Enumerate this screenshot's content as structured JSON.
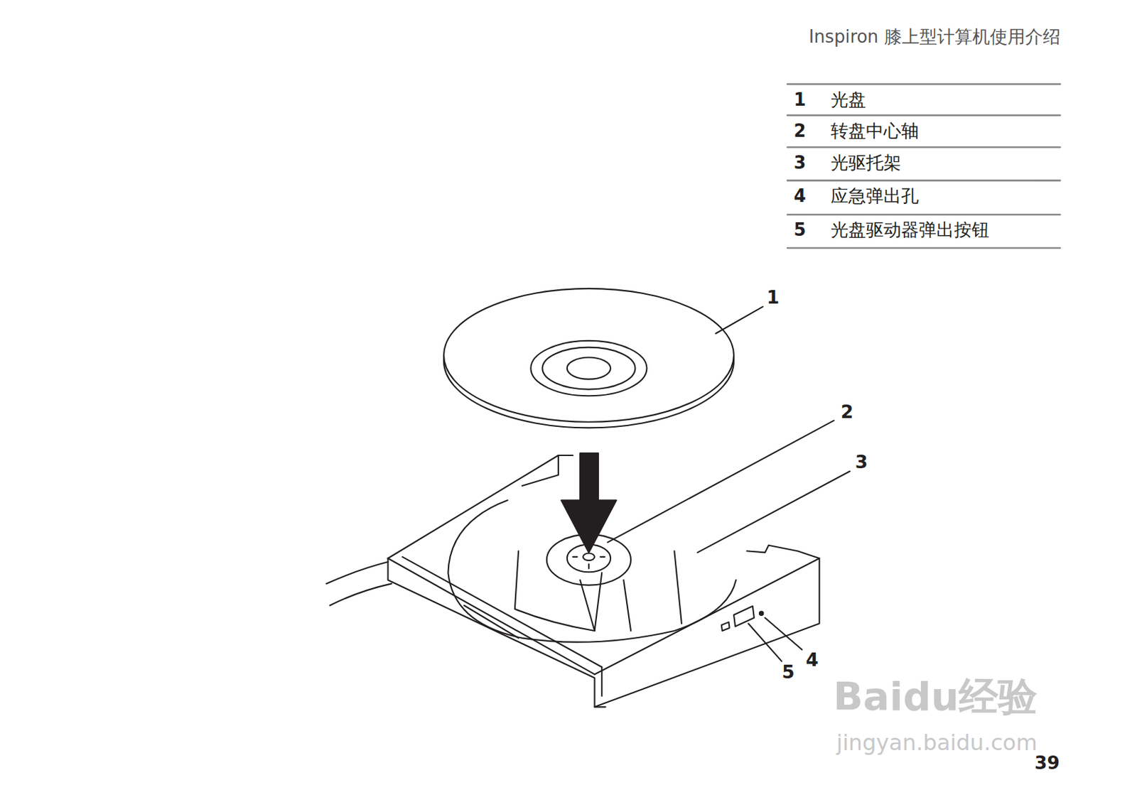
{
  "diagram": {
    "title": "Inspiron 膝上型计算机使用介绍",
    "labels": [
      "1",
      "光盘",
      "2",
      "转盘中心轴",
      "3",
      "光驱托架",
      "4",
      "应急弹出孔",
      "5",
      "光盘驱动器弹出按钮",
      "1",
      "2",
      "3",
      "4",
      "5",
      "Baidu经验",
      "jingyan.baidu.com",
      "39"
    ]
  }
}
